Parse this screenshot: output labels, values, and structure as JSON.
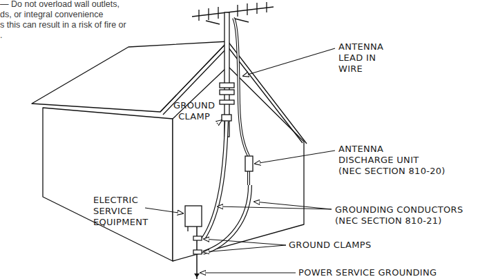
{
  "diagram": {
    "labels": [
      "— Do not overload wall outlets, ds, or integral convenience s this can result in a risk of fire or .",
      "ANTENNA LEAD IN WIRE",
      "GROUND CLAMP",
      "ANTENNA DISCHARGE UNIT (NEC SECTION 810-20)",
      "ELECTRIC SERVICE EQUIPMENT",
      "GROUNDING CONDUCTORS (NEC SECTION 810-21)",
      "GROUND CLAMPS",
      "POWER SERVICE GROUNDING"
    ]
  }
}
